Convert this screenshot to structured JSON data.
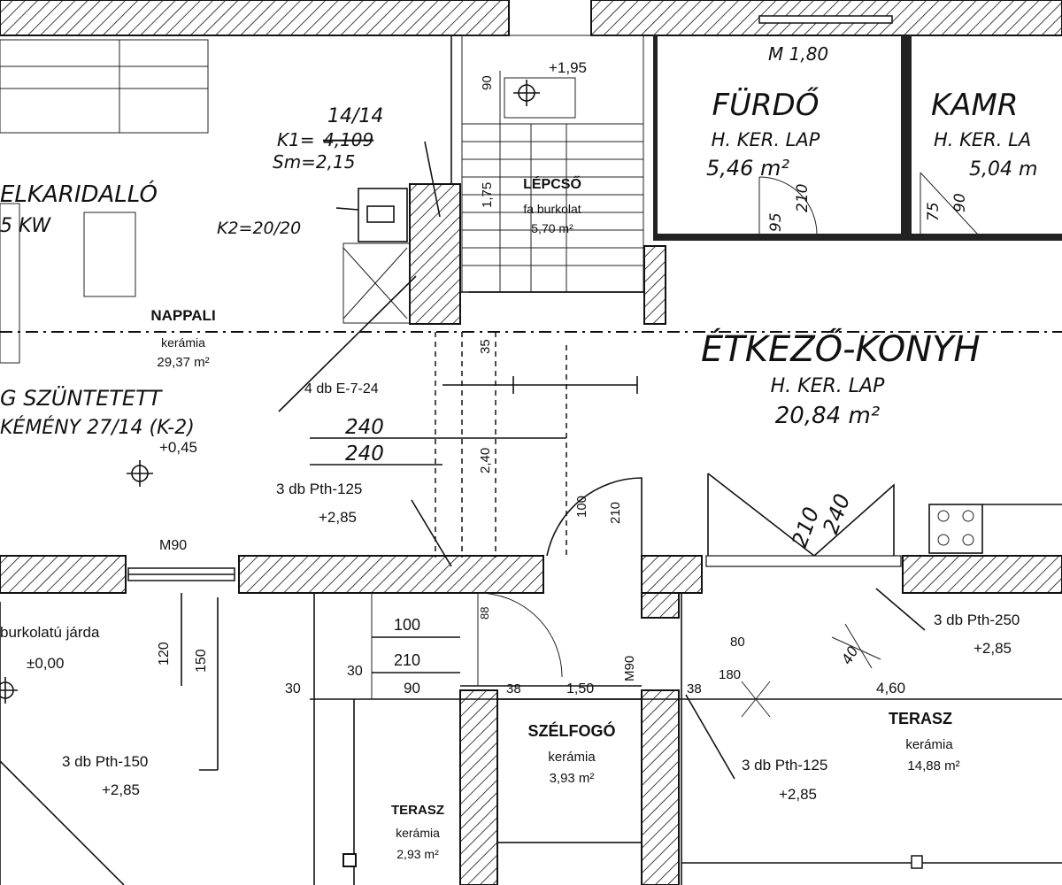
{
  "rooms": {
    "nappali": {
      "name": "NAPPALI",
      "material": "kerámia",
      "area": "29,37 m²"
    },
    "lepcso": {
      "name": "LÉPCSŐ",
      "material": "fa burkolat",
      "area": "5,70 m²"
    },
    "furdo": {
      "name": "FÜRDŐ",
      "material": "H. KER. LAP",
      "area": "5,46 m²"
    },
    "kamra": {
      "name": "KAMR",
      "material": "H. KER. LA",
      "area": "5,04 m"
    },
    "etkezo": {
      "name": "ÉTKEZŐ-KONYH",
      "material": "H. KER. LAP",
      "area": "20,84 m²"
    },
    "szelfogo": {
      "name": "SZÉLFOGÓ",
      "material": "kerámia",
      "area": "3,93 m²"
    },
    "terasz_right": {
      "name": "TERASZ",
      "material": "kerámia",
      "area": "14,88 m²"
    },
    "terasz_small": {
      "name": "TERASZ",
      "material": "kerámia",
      "area": "2,93 m²"
    },
    "jarda": {
      "name": "burkolatú járda",
      "level": "±0,00"
    }
  },
  "annotations": {
    "elkaridallo": "ELKARIDALLÓ",
    "kw": "5 KW",
    "megszuntetett": "G SZÜNTETETT",
    "kemeny": "KÉMÉNY 27/14 (K-2)",
    "k1_top": "14/14",
    "k1": "K1=",
    "k1_old": "4,109",
    "sm": "Sm=2,15",
    "k2": "K2=20/20",
    "m180": "M 1,80",
    "level_195": "+1,95",
    "level_045": "+0,45",
    "e724": "4 db E-7-24",
    "frac_top": "240",
    "frac_bottom": "240",
    "pth125_left": "3 db Pth-125",
    "pth125_left_level": "+2,85",
    "pth150": "3 db Pth-150",
    "pth150_level": "+2,85",
    "pth250": "3 db Pth-250",
    "pth250_level": "+2,85",
    "pth125_right": "3 db Pth-125",
    "pth125_right_level": "+2,85",
    "m90_top": "M90",
    "m90_side": "M90"
  },
  "dimensions": {
    "d90": "90",
    "d175": "1,75",
    "d35": "35",
    "d240": "2,40",
    "d100_door": "100",
    "d210_door": "210",
    "d210_win": "210",
    "d240_win": "240",
    "d120": "120",
    "d150": "150",
    "d100": "100",
    "d210": "210",
    "d90b": "90",
    "d30a": "30",
    "d30b": "30",
    "d38a": "38",
    "d150b": "1,50",
    "d38b": "38",
    "d180": "180",
    "d80": "80",
    "d460": "4,60",
    "d95": "95",
    "d210f": "210",
    "d75": "75",
    "d90c": "90",
    "d40": "40",
    "d88": "88"
  }
}
